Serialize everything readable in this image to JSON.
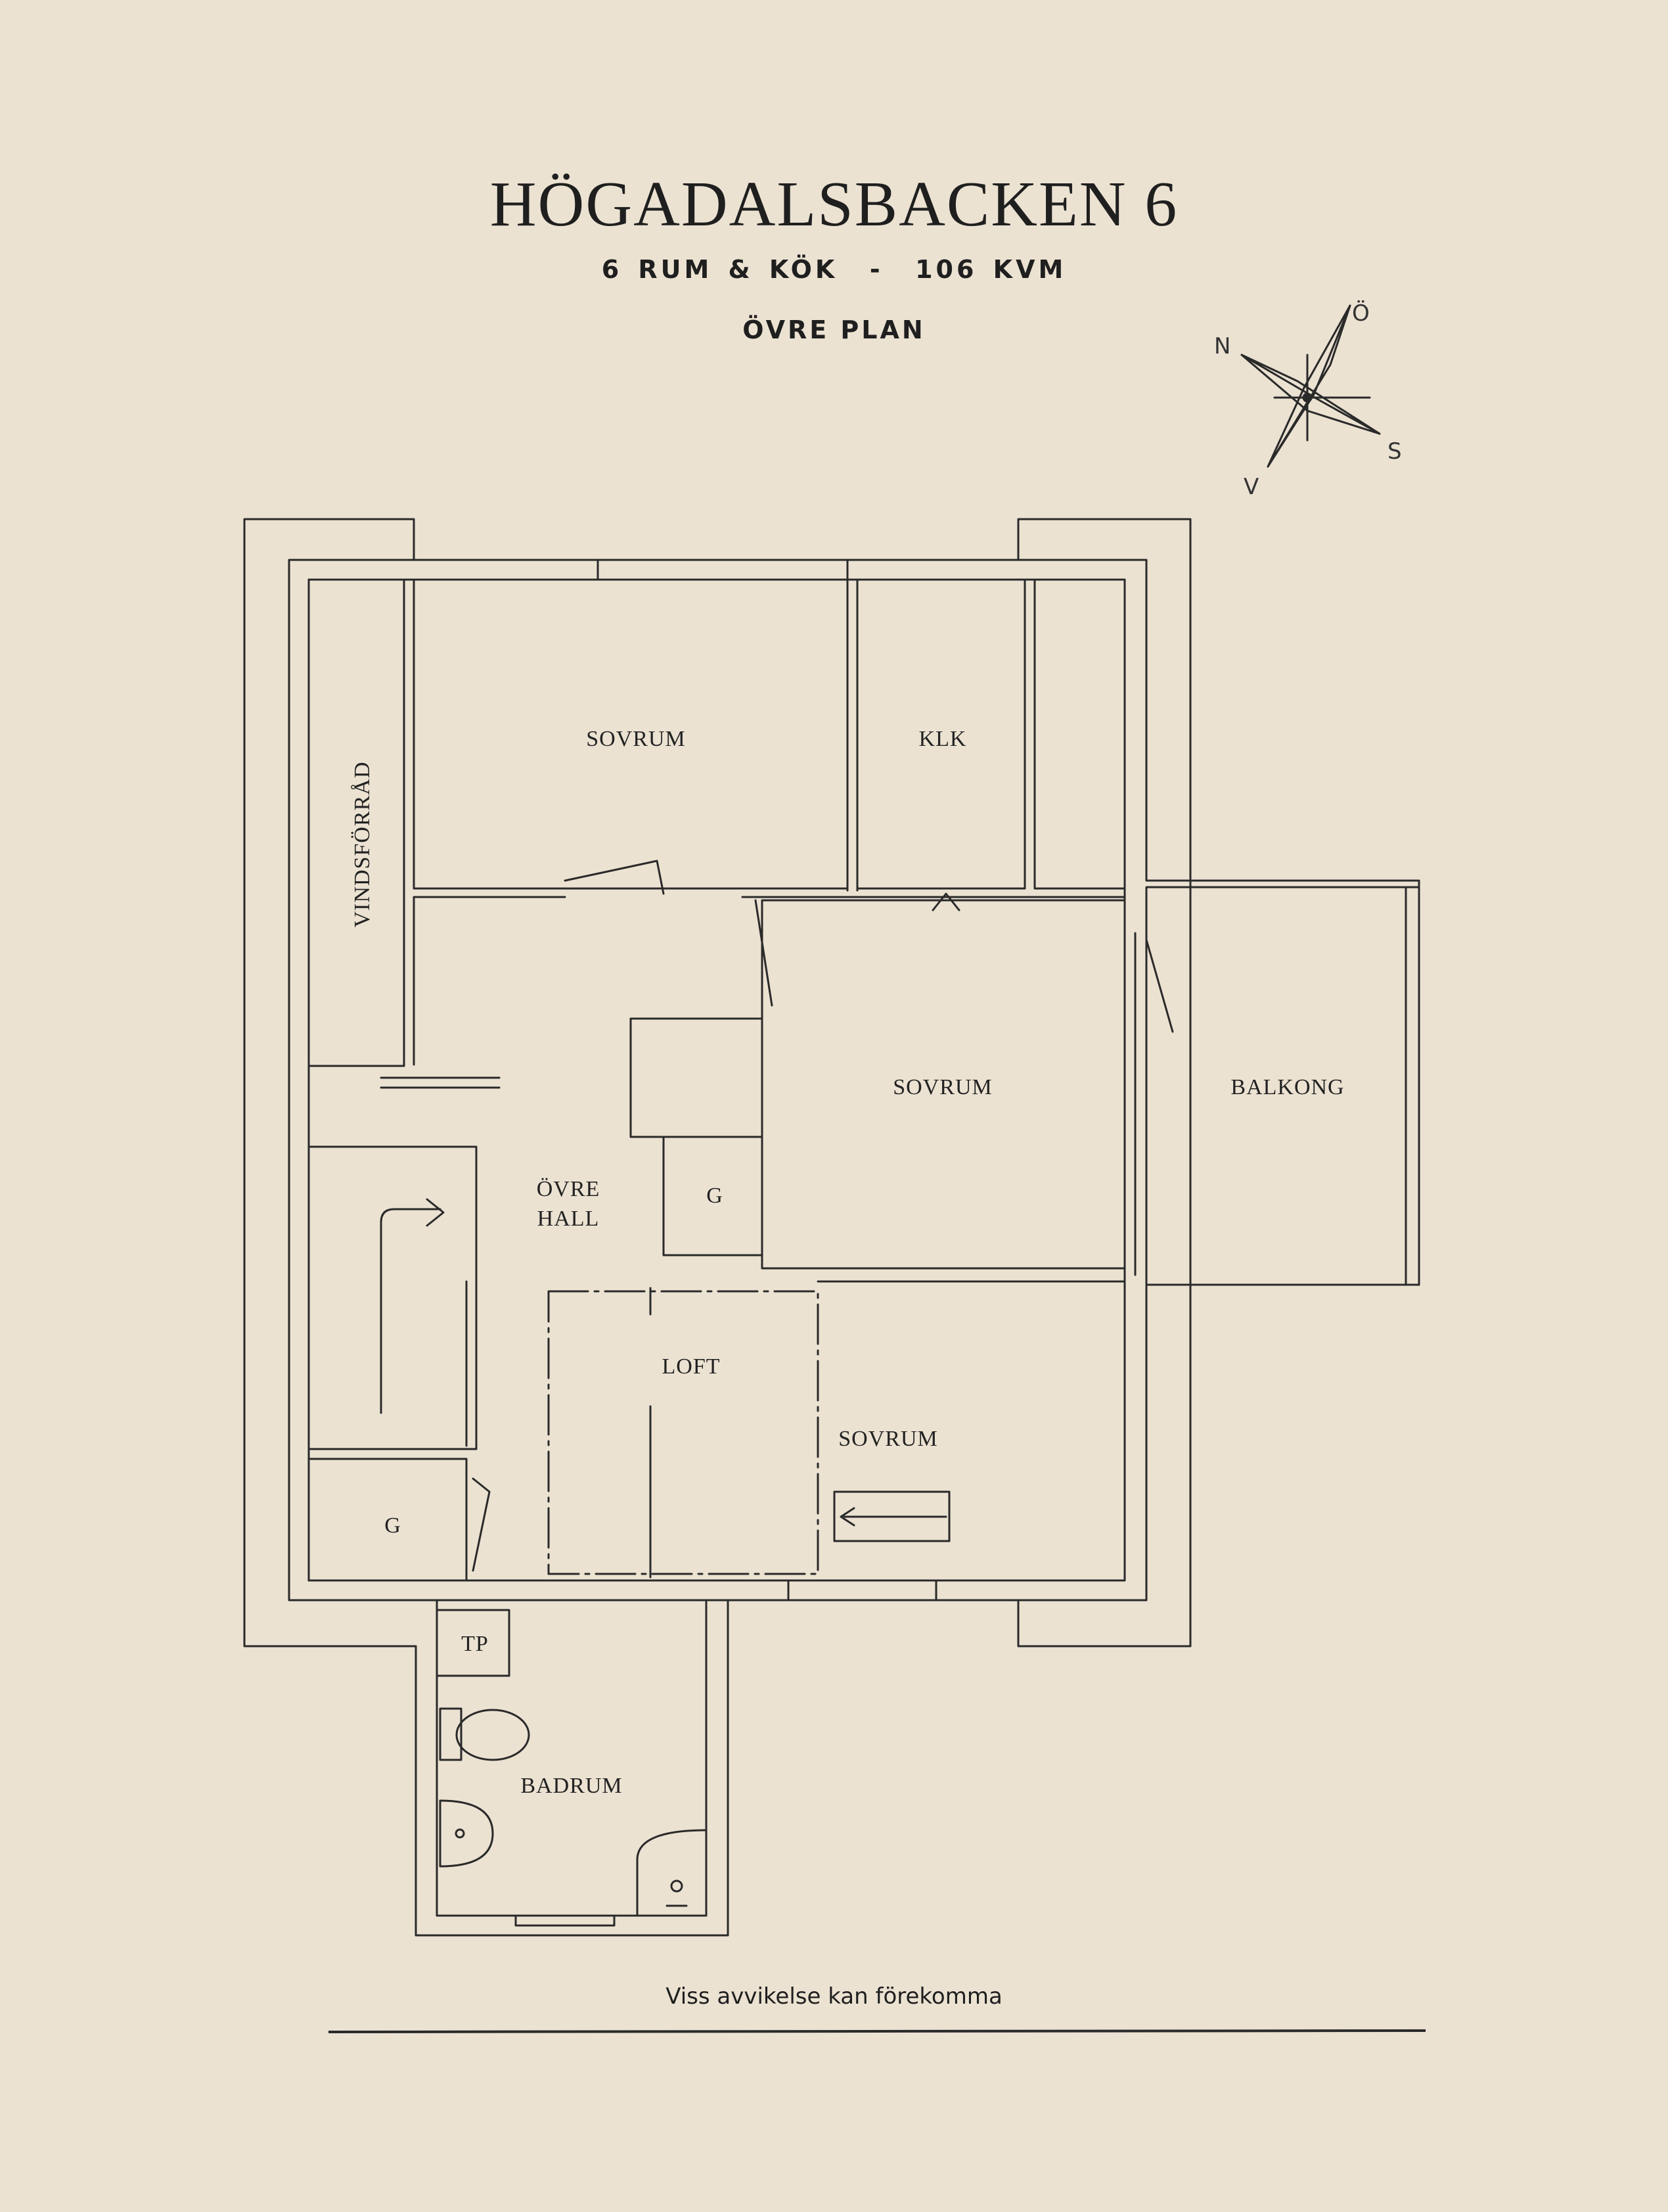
{
  "header": {
    "title": "HÖGADALSBACKEN 6",
    "subtitle": "6 RUM & KÖK  -  106 KVM",
    "floor": "ÖVRE PLAN"
  },
  "compass": {
    "north": "N",
    "east": "Ö",
    "south": "S",
    "west": "V"
  },
  "rooms": {
    "sovrum_top": "SOVRUM",
    "klk": "KLK",
    "vindsforrad": "VINDSFÖRRÅD",
    "sovrum_mid": "SOVRUM",
    "balkong": "BALKONG",
    "ovre_hall_line1": "ÖVRE",
    "ovre_hall_line2": "HALL",
    "g_hall": "G",
    "loft": "LOFT",
    "sovrum_bottom": "SOVRUM",
    "g_left": "G",
    "tp": "TP",
    "badrum": "BADRUM"
  },
  "footer": {
    "disclaimer": "Viss avvikelse kan förekomma"
  },
  "colors": {
    "background": "#ebe2d2",
    "ink": "#2a2a2a"
  }
}
